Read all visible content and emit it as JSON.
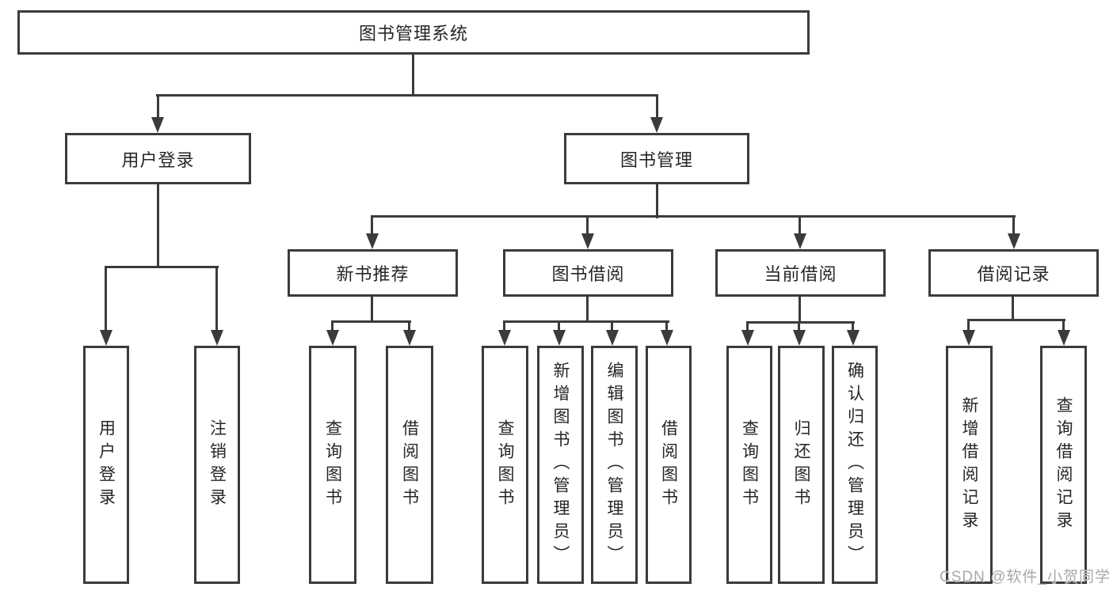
{
  "tree": {
    "label": "图书管理系统",
    "children": [
      {
        "label": "用户登录",
        "children": [
          {
            "label": "用户登录"
          },
          {
            "label": "注销登录"
          }
        ]
      },
      {
        "label": "图书管理",
        "children": [
          {
            "label": "新书推荐",
            "children": [
              {
                "label": "查询图书"
              },
              {
                "label": "借阅图书"
              }
            ]
          },
          {
            "label": "图书借阅",
            "children": [
              {
                "label": "查询图书"
              },
              {
                "label": "新增图书（管理员）"
              },
              {
                "label": "编辑图书（管理员）"
              },
              {
                "label": "借阅图书"
              }
            ]
          },
          {
            "label": "当前借阅",
            "children": [
              {
                "label": "查询图书"
              },
              {
                "label": "归还图书"
              },
              {
                "label": "确认归还（管理员）"
              }
            ]
          },
          {
            "label": "借阅记录",
            "children": [
              {
                "label": "新增借阅记录"
              },
              {
                "label": "查询借阅记录"
              }
            ]
          }
        ]
      }
    ]
  },
  "watermark": {
    "text": "CSDN @软件_小贺同学"
  },
  "colors": {
    "line": "#3b3b3b",
    "text": "#262626",
    "background": "#ffffff",
    "watermark": "#a8a8a8"
  }
}
